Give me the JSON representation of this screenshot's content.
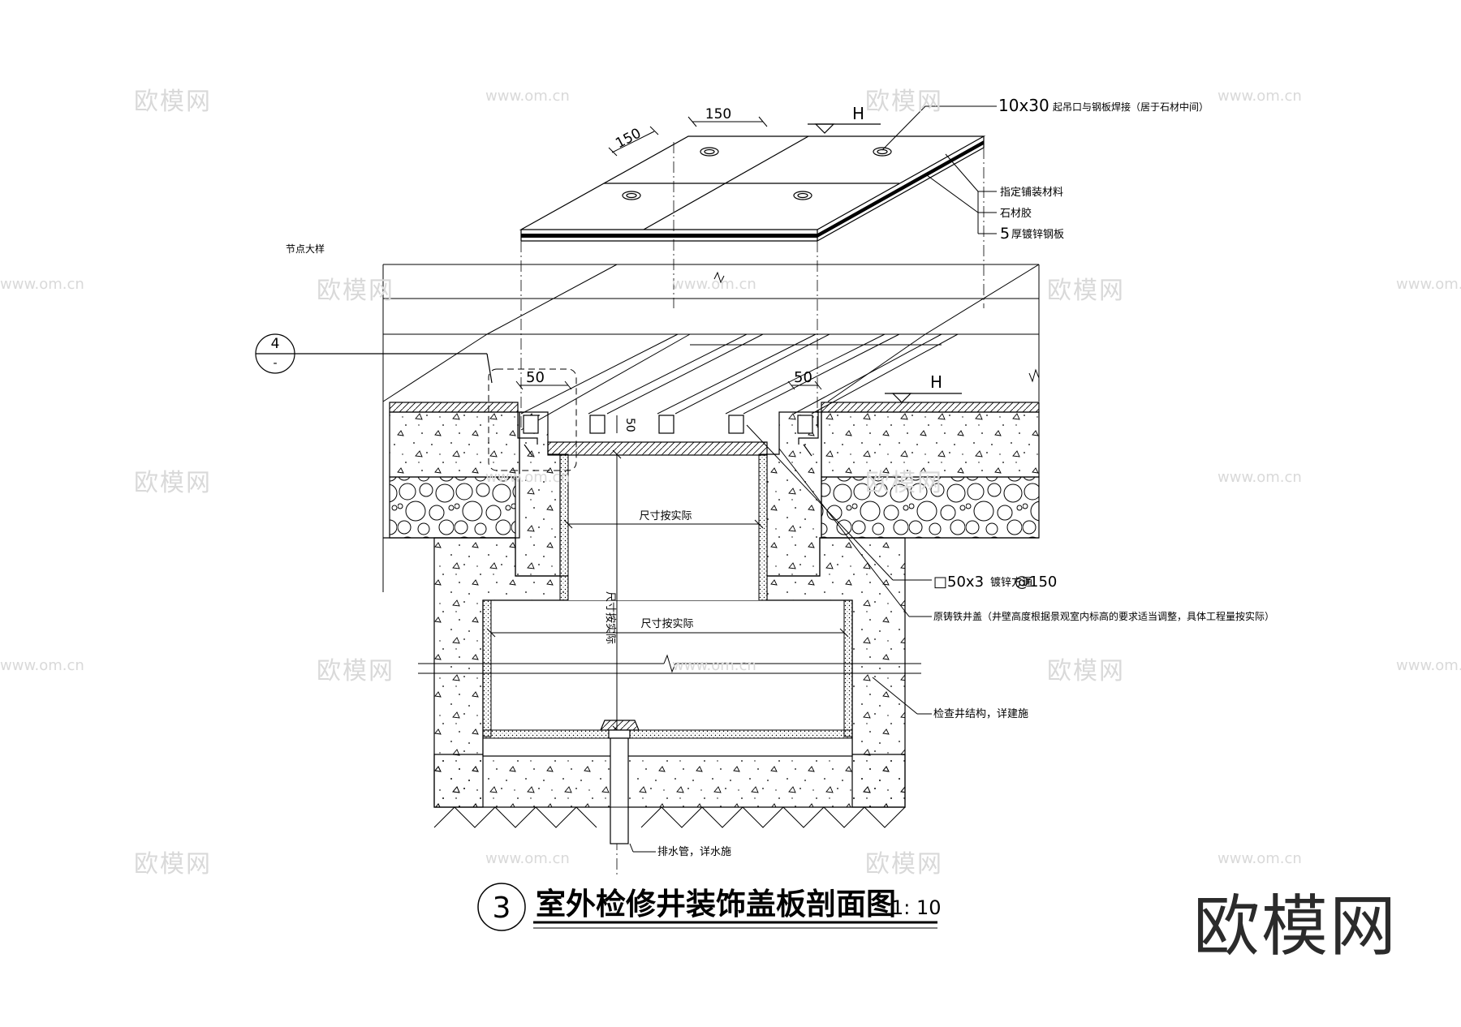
{
  "watermark": {
    "logo": "欧模网",
    "url": "www.om.cn"
  },
  "brand_logo": "欧模网",
  "title": {
    "number": "3",
    "text": "室外检修井装饰盖板剖面图",
    "scale": "1: 10"
  },
  "left_label": "节点大样",
  "section_ref": {
    "top": "4",
    "bottom": "-"
  },
  "level_marks": [
    "H",
    "H"
  ],
  "dimensions": {
    "panel_width": "150",
    "panel_depth": "150",
    "frame_left": "50",
    "frame_right": "50",
    "bar_height": "50",
    "well_top_width": "尺寸按实际",
    "well_body_width": "尺寸按实际",
    "well_depth": "尺寸按实际"
  },
  "annotations": {
    "lifting_slot": "10x30",
    "lifting_slot_note": "起吊口与钢板焊接（居于石材中间）",
    "finish_material": "指定铺装材料",
    "stone_glue": "石材胶",
    "steel_plate_prefix": "5",
    "steel_plate_suffix": "厚镀锌钢板",
    "tube_prefix": "□50x3",
    "tube_mid": "镀锌方通",
    "tube_suffix": "@150",
    "manhole_cover": "原铸铁井盖（井壁高度根据景观室内标高的要求适当调整，具体工程量按实际）",
    "well_structure": "检查井结构，详建施",
    "drain_pipe": "排水管，详水施"
  }
}
